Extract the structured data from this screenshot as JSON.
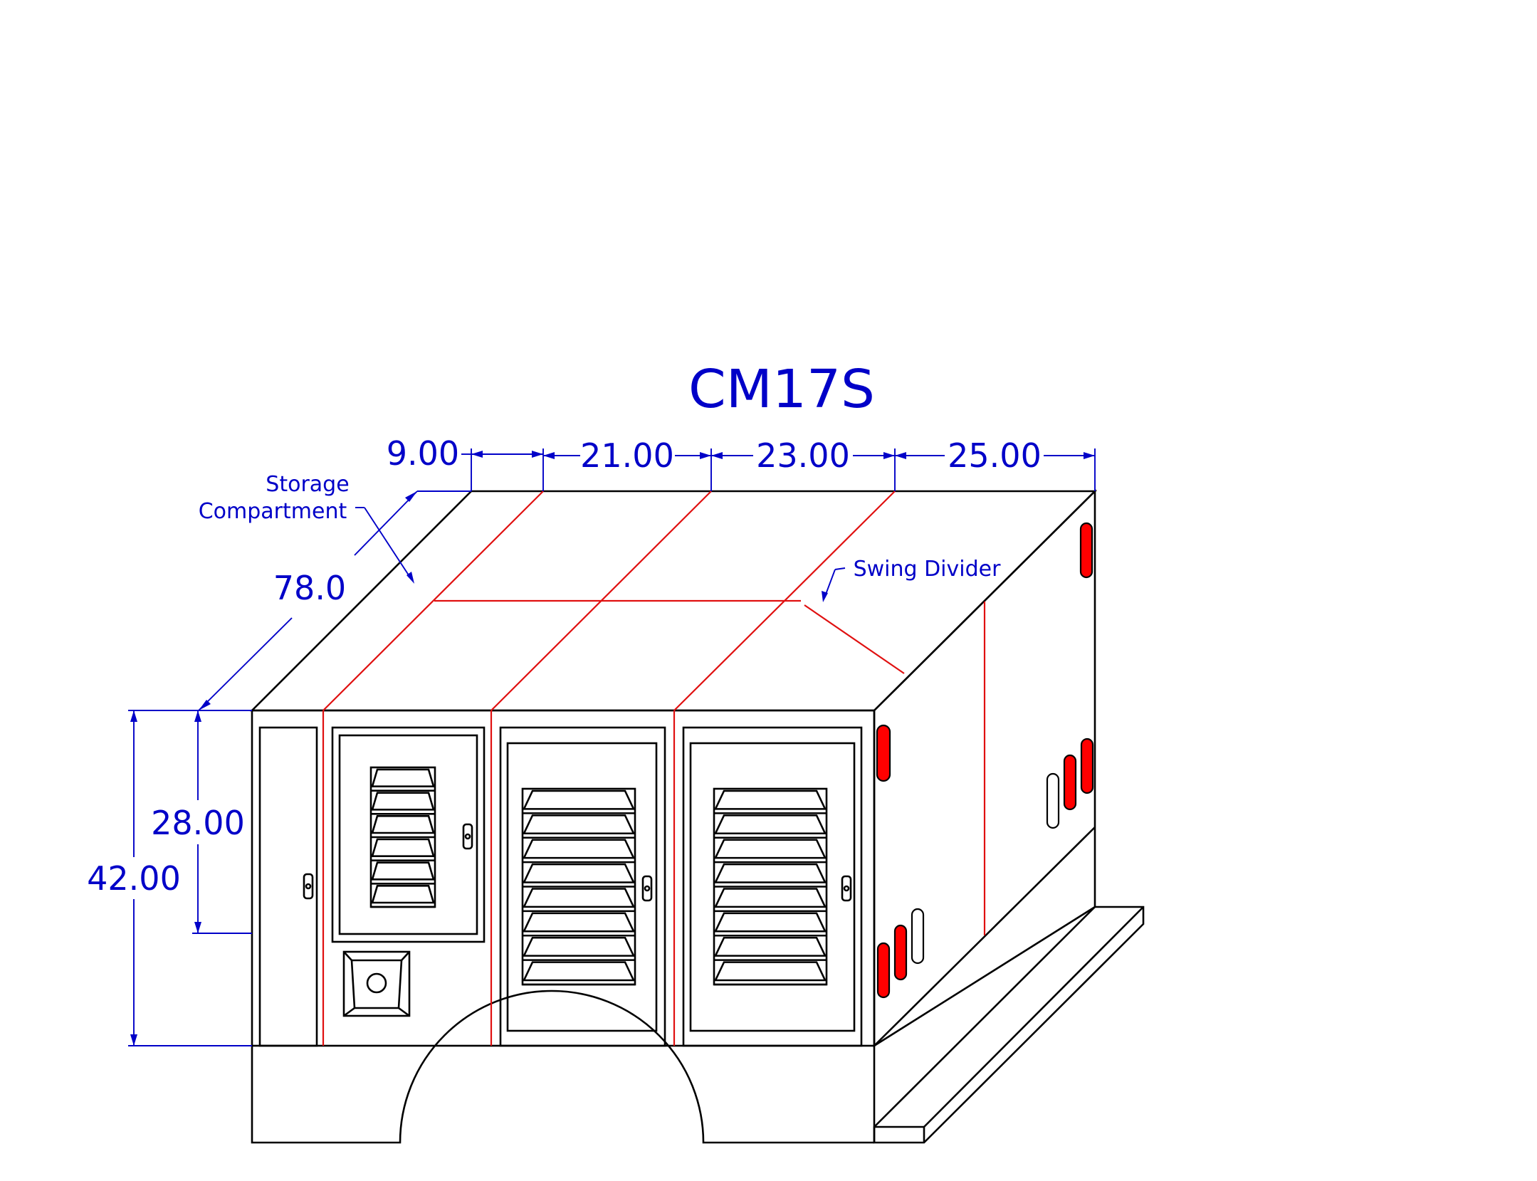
{
  "drawing": {
    "title": "CM17S",
    "width_dimensions": [
      "9.00",
      "21.00",
      "23.00",
      "25.00"
    ],
    "depth_dimension": "78.0",
    "height_dimensions": [
      "28.00",
      "42.00"
    ],
    "callouts": {
      "storage_line1": "Storage",
      "storage_line2": "Compartment",
      "swing_divider": "Swing Divider"
    },
    "colors": {
      "outline": "#000000",
      "dimension": "#0000c8",
      "divider": "#e01010",
      "lamp": "#ff0000"
    }
  }
}
